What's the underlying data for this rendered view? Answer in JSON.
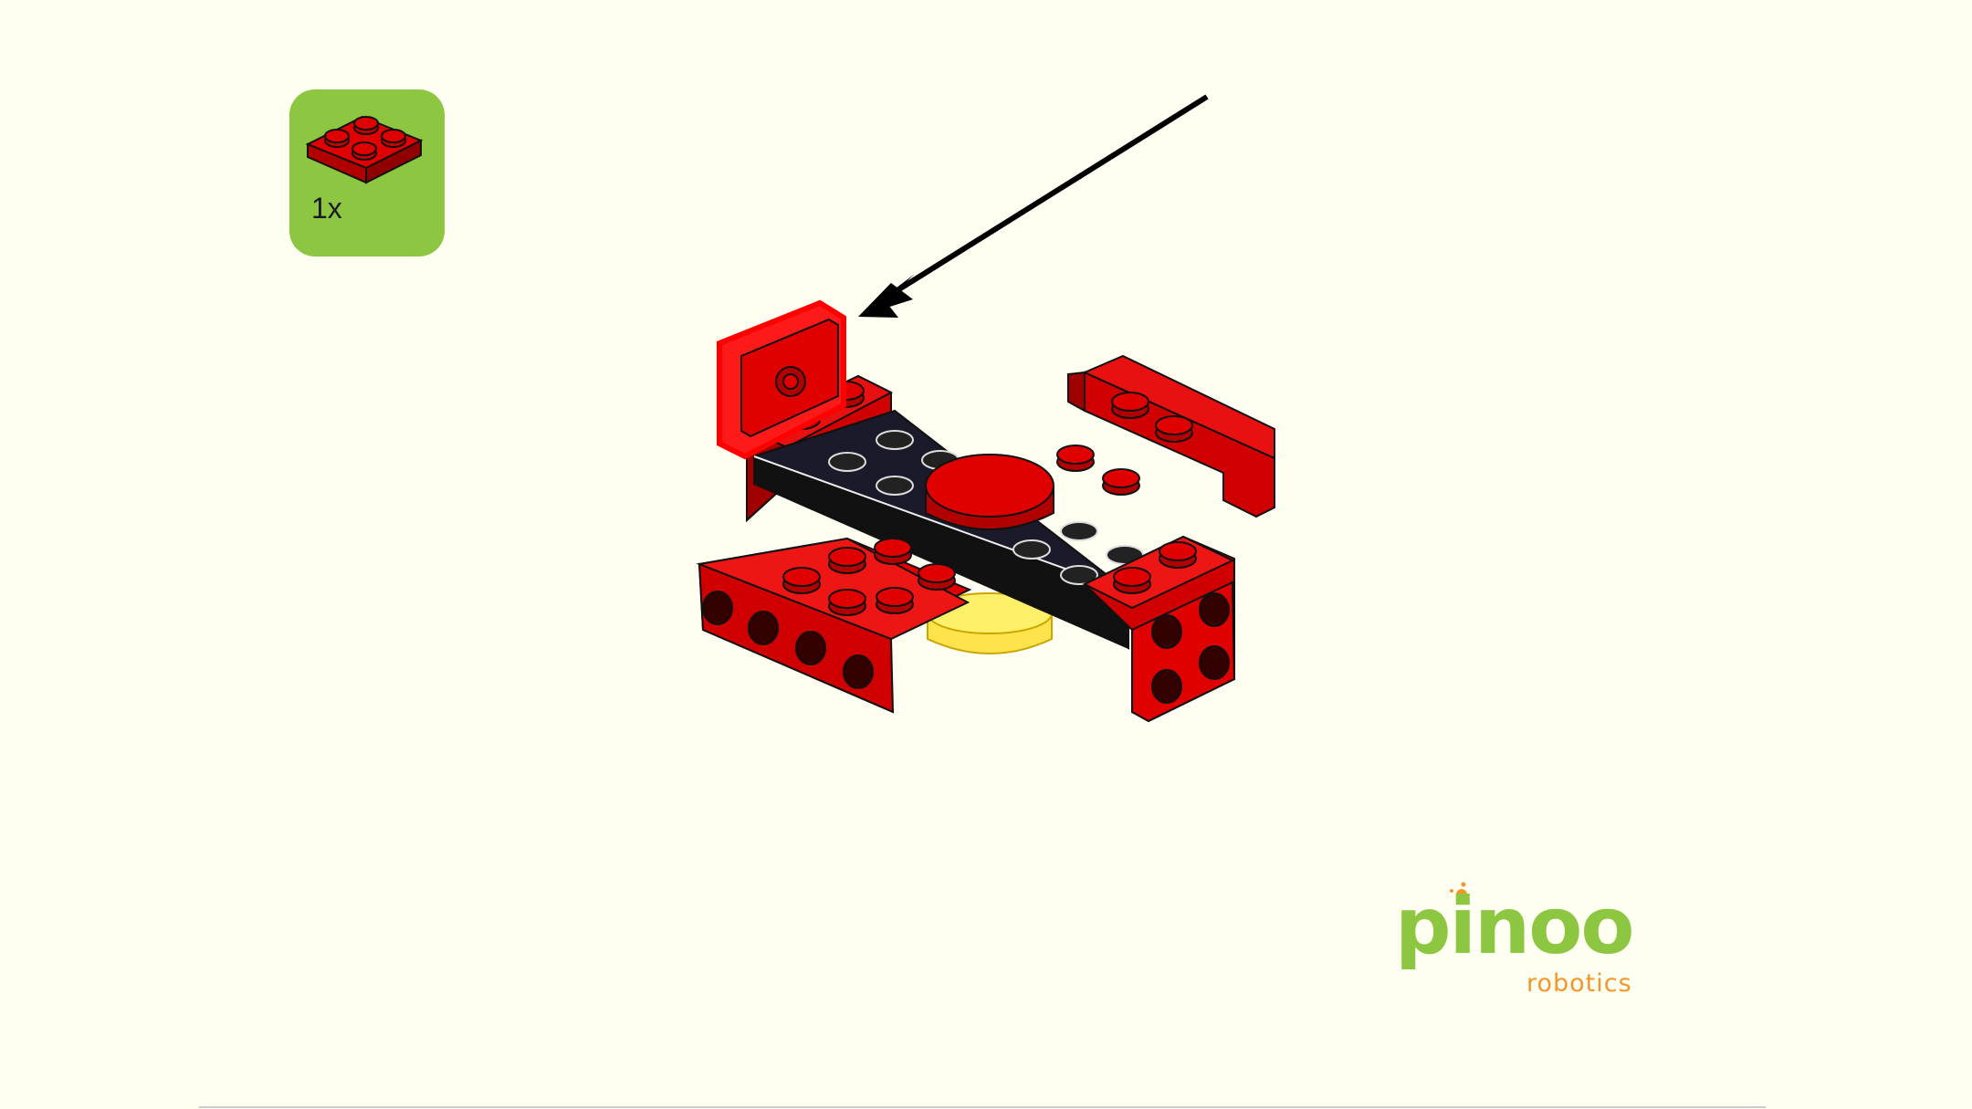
{
  "parts_list": {
    "quantity": "1x",
    "part_icon": "red-2x2-plate-icon"
  },
  "logo": {
    "name": "pinoo",
    "tagline": "robotics"
  },
  "colors": {
    "background": "#fefef1",
    "parts_box": "#8dc641",
    "brick_red": "#e00000",
    "brick_black": "#1a1a2a",
    "brick_yellow": "#ffe34d",
    "logo_green": "#8dc641",
    "logo_orange": "#f3962b"
  }
}
